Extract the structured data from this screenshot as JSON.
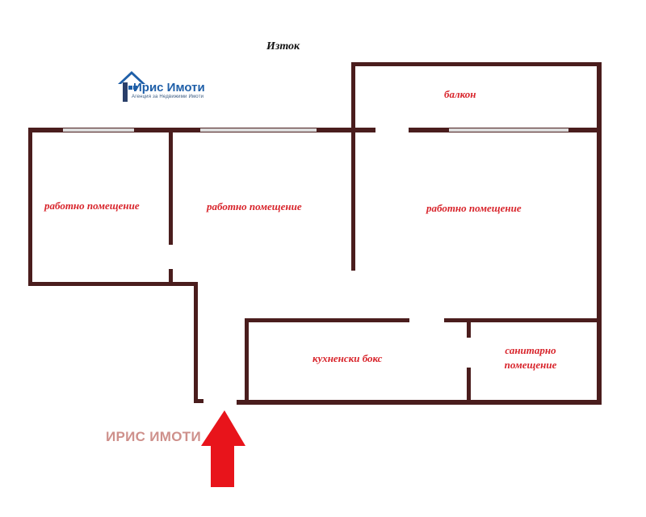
{
  "compass_label": "Изток",
  "logo": {
    "title": "Ирис Имоти",
    "subtitle": "Агенция за Недвижими Имоти"
  },
  "rooms": {
    "balcony": "балкон",
    "work_room_1": "работно помещение",
    "work_room_2": "работно помещение",
    "work_room_3": "работно помещение",
    "kitchenette": "кухненски бокс",
    "bathroom_line1": "санитарно",
    "bathroom_line2": "помещение"
  },
  "watermark": "ИРИС ИМОТИ",
  "colors": {
    "wall": "#4a1d1d",
    "window": "#dcdcdc",
    "label": "#d8242b",
    "arrow": "#e8141b",
    "logo_blue": "#1f5fa8"
  },
  "icons": {
    "logo_house": "house-icon",
    "entrance": "arrow-up-icon"
  }
}
